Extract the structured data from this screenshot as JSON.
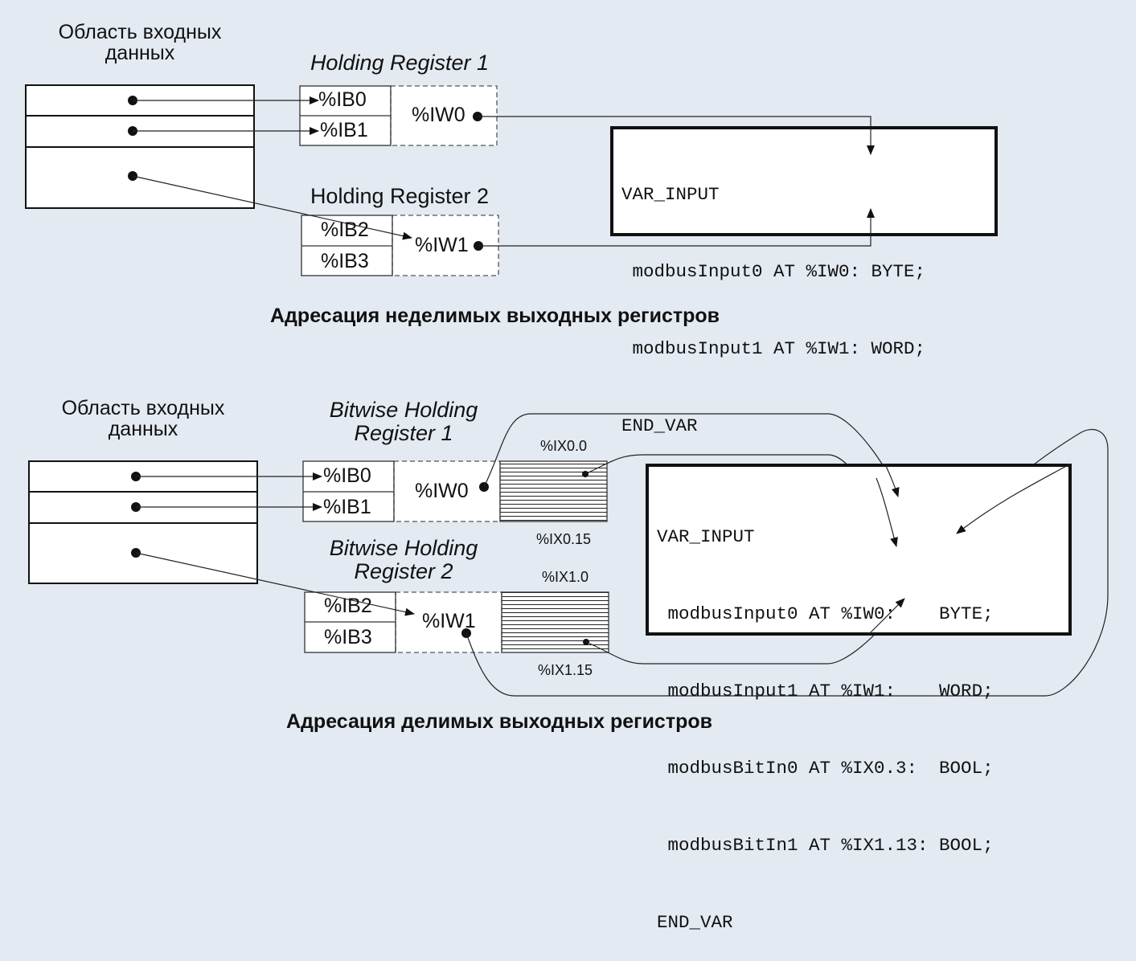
{
  "diagram1": {
    "area_title_line1": "Область входных",
    "area_title_line2": "данных",
    "reg1_title": "Holding Register 1",
    "reg2_title": "Holding Register 2",
    "ib0": "%IB0",
    "ib1": "%IB1",
    "ib2": "%IB2",
    "ib3": "%IB3",
    "iw0": "%IW0",
    "iw1": "%IW1",
    "code": {
      "l1": "VAR_INPUT",
      "l2": " modbusInput0 AT %IW0: BYTE;",
      "l3": " modbusInput1 AT %IW1: WORD;",
      "l4": "END_VAR"
    },
    "caption": "Адресация неделимых выходных регистров"
  },
  "diagram2": {
    "area_title_line1": "Область входных",
    "area_title_line2": "данных",
    "reg1_title_line1": "Bitwise Holding",
    "reg1_title_line2": "Register 1",
    "reg2_title_line1": "Bitwise Holding",
    "reg2_title_line2": "Register 2",
    "ib0": "%IB0",
    "ib1": "%IB1",
    "ib2": "%IB2",
    "ib3": "%IB3",
    "iw0": "%IW0",
    "iw1": "%IW1",
    "ix0_0": "%IX0.0",
    "ix0_15": "%IX0.15",
    "ix1_0": "%IX1.0",
    "ix1_15": "%IX1.15",
    "code": {
      "l1": "VAR_INPUT",
      "l2": " modbusInput0 AT %IW0:    BYTE;",
      "l3": " modbusInput1 AT %IW1:    WORD;",
      "l4": " modbusBitIn0 AT %IX0.3:  BOOL;",
      "l5": " modbusBitIn1 AT %IX1.13: BOOL;",
      "l6": "END_VAR"
    },
    "caption": "Адресация делимых выходных регистров"
  }
}
